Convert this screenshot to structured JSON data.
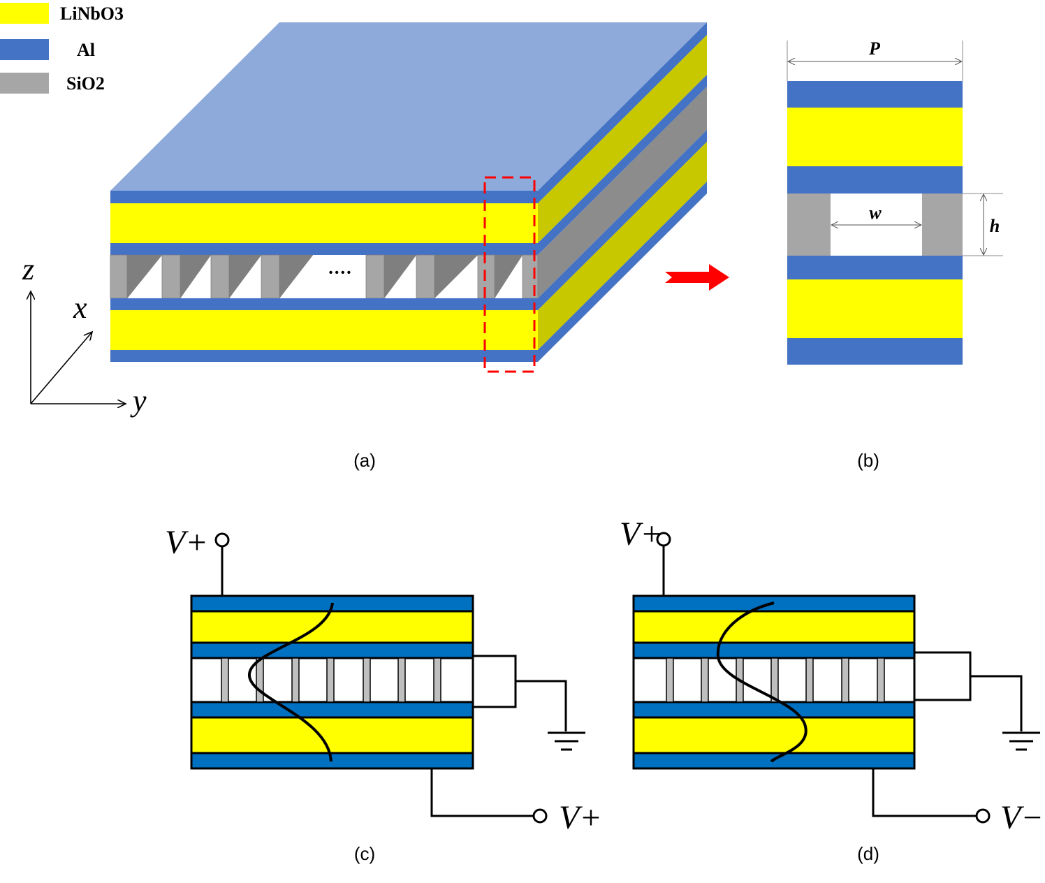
{
  "colors": {
    "linbo3": "#ffff00",
    "linbo3_side": "#c8c800",
    "al": "#4472c4",
    "al_top": "#8eaadb",
    "al_c": "#0070c0",
    "sio2": "#a6a6a6",
    "sio2_side": "#8c8c8c",
    "sio2_dark": "#7f7f7f",
    "highlight": "#ff0000"
  },
  "legend": [
    {
      "label": "LiNbO3",
      "color_key": "linbo3"
    },
    {
      "label": "Al",
      "color_key": "al"
    },
    {
      "label": "SiO2",
      "color_key": "sio2"
    }
  ],
  "panel_a": {
    "caption": "(a)",
    "ellipsis": "••••",
    "axes": {
      "z": "z",
      "x": "x",
      "y": "y"
    }
  },
  "panel_b": {
    "caption": "(b)",
    "period_label": "P",
    "width_label": "w",
    "height_label": "h"
  },
  "panel_c": {
    "caption": "(c)",
    "top_terminal": "V+",
    "bottom_terminal": "V+"
  },
  "panel_d": {
    "caption": "(d)",
    "top_terminal": "V+",
    "bottom_terminal": "V−"
  }
}
